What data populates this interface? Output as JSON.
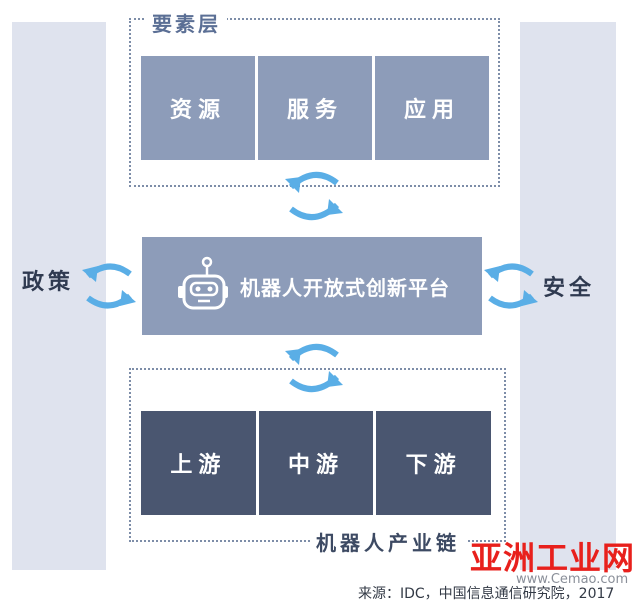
{
  "element_layer": {
    "title": "要素层",
    "blocks": [
      "资源",
      "服务",
      "应用"
    ]
  },
  "platform": {
    "label": "机器人开放式创新平台",
    "icon": "robot-icon"
  },
  "industry_chain": {
    "title": "机器人产业链",
    "blocks": [
      "上游",
      "中游",
      "下游"
    ]
  },
  "sides": {
    "left": "政策",
    "right": "安全"
  },
  "source": "来源：IDC，中国信息通信研究院，2017",
  "watermark": {
    "brand": "亚洲工业网",
    "url": "www.Cemao.com"
  },
  "colors": {
    "block_light": "#8d9cb9",
    "block_dark": "#4a5670",
    "arrow": "#5aaee6",
    "side_band": "#dfe3ee",
    "watermark": "#e8201c"
  }
}
